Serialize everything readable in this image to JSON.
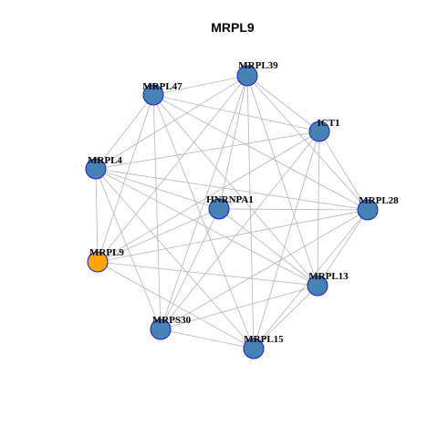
{
  "graph": {
    "title": "MRPL9",
    "colors": {
      "default_node": "#4682B4",
      "focus_node": "#FFA500",
      "node_border": "#1A1ACC",
      "edge": "#B3B3B3"
    },
    "nodes": [
      {
        "id": "MRPL39",
        "label": "MRPL39",
        "focus": false
      },
      {
        "id": "MRPL47",
        "label": "MRPL47",
        "focus": false
      },
      {
        "id": "ICT1",
        "label": "ICT1",
        "focus": false
      },
      {
        "id": "MRPL4",
        "label": "MRPL4",
        "focus": false
      },
      {
        "id": "HNRNPA1",
        "label": "HNRNPA1",
        "focus": false
      },
      {
        "id": "MRPL28",
        "label": "MRPL28",
        "focus": false
      },
      {
        "id": "MRPL9",
        "label": "MRPL9",
        "focus": true
      },
      {
        "id": "MRPL13",
        "label": "MRPL13",
        "focus": false
      },
      {
        "id": "MRPS30",
        "label": "MRPS30",
        "focus": false
      },
      {
        "id": "MRPL15",
        "label": "MRPL15",
        "focus": false
      }
    ],
    "edges": [
      [
        "MRPL39",
        "MRPL47"
      ],
      [
        "MRPL39",
        "ICT1"
      ],
      [
        "MRPL39",
        "MRPL28"
      ],
      [
        "MRPL39",
        "MRPL13"
      ],
      [
        "MRPL39",
        "MRPL15"
      ],
      [
        "MRPL39",
        "MRPS30"
      ],
      [
        "MRPL39",
        "HNRNPA1"
      ],
      [
        "MRPL39",
        "MRPL9"
      ],
      [
        "MRPL39",
        "MRPL4"
      ],
      [
        "MRPL47",
        "ICT1"
      ],
      [
        "MRPL47",
        "MRPL28"
      ],
      [
        "MRPL47",
        "MRPL13"
      ],
      [
        "MRPL47",
        "MRPL15"
      ],
      [
        "MRPL47",
        "MRPS30"
      ],
      [
        "MRPL47",
        "MRPL9"
      ],
      [
        "MRPL47",
        "MRPL4"
      ],
      [
        "ICT1",
        "MRPL4"
      ],
      [
        "ICT1",
        "MRPL28"
      ],
      [
        "ICT1",
        "MRPL13"
      ],
      [
        "ICT1",
        "MRPL15"
      ],
      [
        "ICT1",
        "MRPS30"
      ],
      [
        "ICT1",
        "MRPL9"
      ],
      [
        "MRPL4",
        "HNRNPA1"
      ],
      [
        "MRPL4",
        "MRPL28"
      ],
      [
        "MRPL4",
        "MRPL13"
      ],
      [
        "MRPL4",
        "MRPL15"
      ],
      [
        "MRPL4",
        "MRPS30"
      ],
      [
        "MRPL4",
        "MRPL9"
      ],
      [
        "HNRNPA1",
        "MRPL28"
      ],
      [
        "HNRNPA1",
        "MRPL13"
      ],
      [
        "HNRNPA1",
        "MRPS30"
      ],
      [
        "HNRNPA1",
        "MRPL9"
      ],
      [
        "MRPL28",
        "MRPL9"
      ],
      [
        "MRPL28",
        "MRPL13"
      ],
      [
        "MRPL28",
        "MRPL15"
      ],
      [
        "MRPL28",
        "MRPS30"
      ],
      [
        "MRPL9",
        "MRPL13"
      ],
      [
        "MRPL9",
        "MRPL15"
      ],
      [
        "MRPL13",
        "MRPS30"
      ],
      [
        "MRPL13",
        "MRPL15"
      ],
      [
        "MRPS30",
        "MRPL15"
      ]
    ]
  }
}
